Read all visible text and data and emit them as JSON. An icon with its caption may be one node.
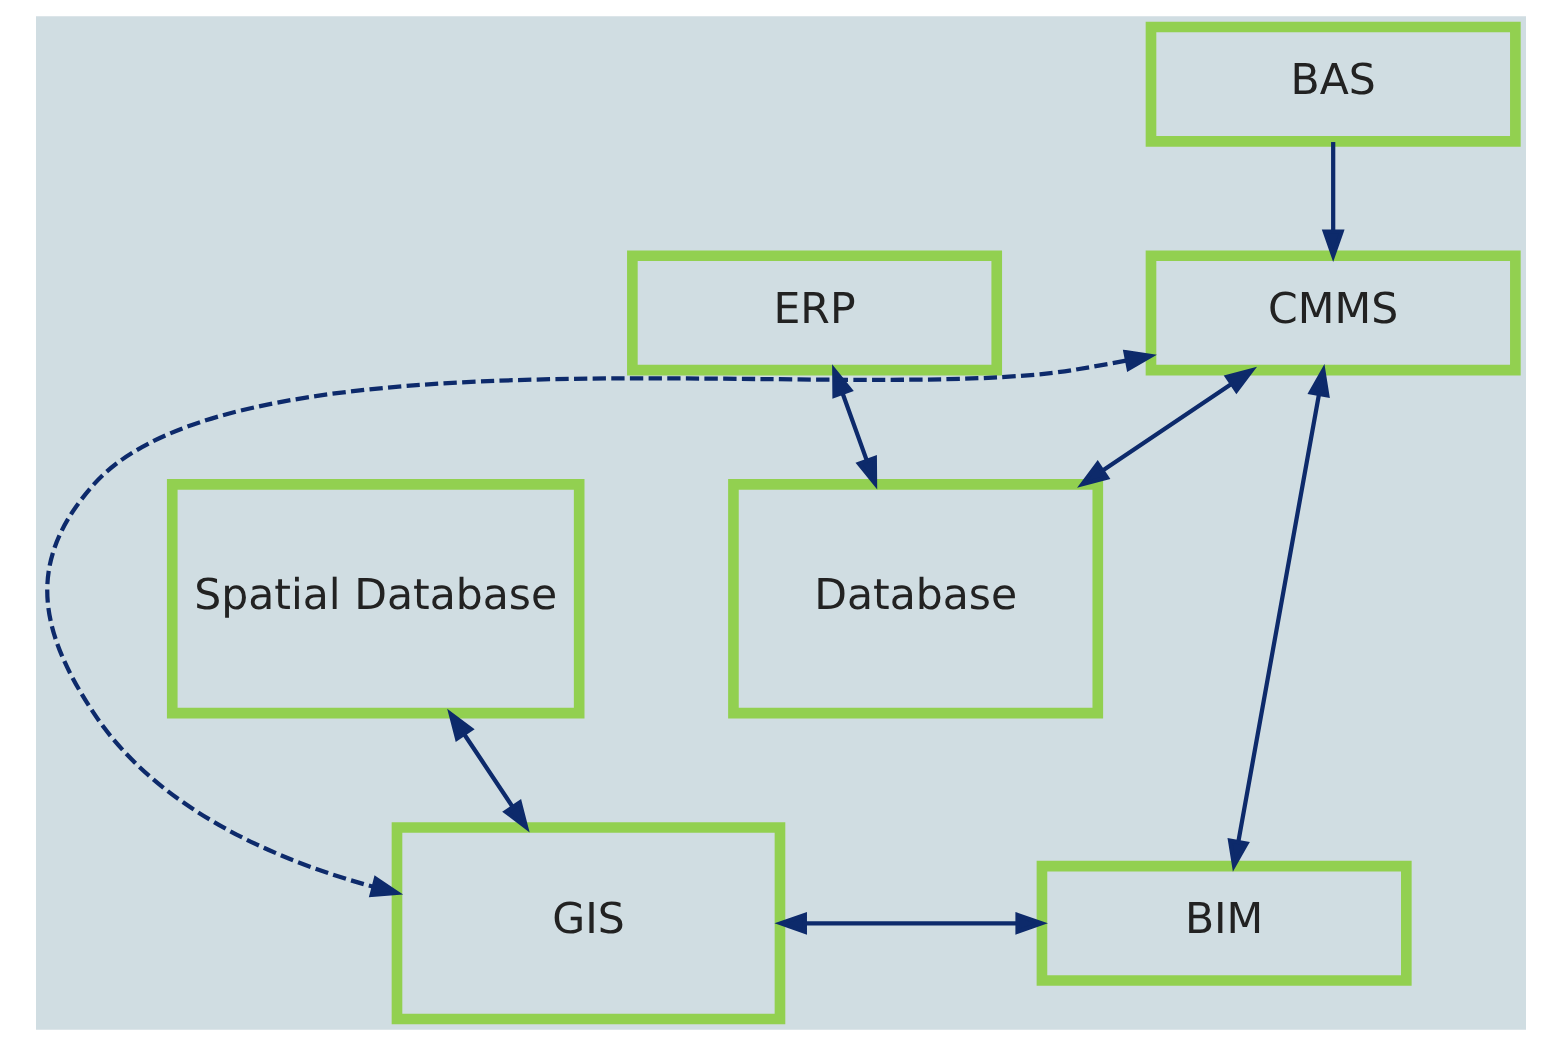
{
  "diagram": {
    "nodes": [
      {
        "text": [
          "BAS"
        ]
      },
      {
        "text": [
          "ERP"
        ]
      },
      {
        "text": [
          "CMMS"
        ]
      },
      {
        "text": [
          "Spatial Database"
        ]
      },
      {
        "text": [
          "Database"
        ]
      },
      {
        "text": [
          "GIS"
        ]
      },
      {
        "text": [
          "BIM"
        ]
      }
    ],
    "edges": [
      {
        "from": 0,
        "to": 2,
        "arrow": "to"
      },
      {
        "from": 1,
        "to": 4,
        "arrow": "both"
      },
      {
        "from": 4,
        "to": 2,
        "arrow": "both"
      },
      {
        "from": 2,
        "to": 5,
        "arrow": "both",
        "style": "dashed"
      },
      {
        "from": 3,
        "to": 5,
        "arrow": "both"
      },
      {
        "from": 2,
        "to": 6,
        "arrow": "both"
      },
      {
        "from": 5,
        "to": 6,
        "arrow": "both"
      }
    ]
  }
}
